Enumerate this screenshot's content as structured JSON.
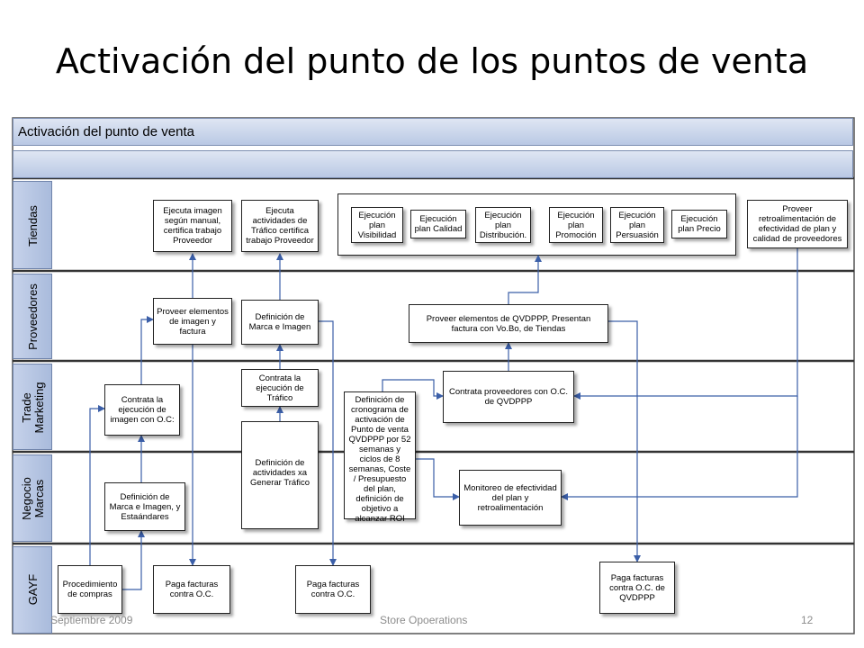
{
  "slide_title": "Activación del punto de los puntos de venta",
  "pool_title": "Activación del punto de venta",
  "lanes": {
    "tiendas": "Tiendas",
    "proveedores": "Proveedores",
    "trade": "Trade\nMarketing",
    "negocio": "Negocio\nMarcas",
    "gayf": "GAYF"
  },
  "boxes": {
    "ejecuta_imagen": "Ejecuta imagen según manual, certifica trabajo Proveedor",
    "ejecuta_trafico": "Ejecuta actividades de Tráfico certifica trabajo Proveedor",
    "ejec_visibilidad": "Ejecución plan Visibilidad",
    "ejec_calidad": "Ejecución plan Calidad",
    "ejec_distribucion": "Ejecución plan Distribución.",
    "ejec_promocion": "Ejecución plan Promoción",
    "ejec_persuasion": "Ejecución plan Persuasión",
    "ejec_precio": "Ejecución plan Precio",
    "proveer_retro": "Proveer retroalimentación de efectividad de plan y calidad de proveedores",
    "proveer_elementos": "Proveer elementos de imagen y factura",
    "definicion_marca_imagen": "Definición de Marca e Imagen",
    "proveer_qvdppp": "Proveer elementos de QVDPPP, Presentan factura con Vo.Bo, de Tiendas",
    "contrata_ejecucion_imagen": "Contrata la ejecución de imagen con O.C:",
    "contrata_trafico": "Contrata la ejecución de Tráfico",
    "cronograma": "Definición de cronograma de activación de Punto de venta QVDPPP por 52 semanas y ciclos de 8 semanas, Coste / Presupuesto del plan, definición de objetivo a alcanzar ROI",
    "contrata_proveedores": "Contrata proveedores con O.C. de QVDPPP",
    "definicion_actividades": "Definición de actividades xa Generar Tráfico",
    "definicion_marca_estandares": "Definición de Marca e Imagen, y Estaándares",
    "monitoreo": "Monitoreo de efectividad del plan y retroalimentación",
    "procedimiento": "Procedimiento de compras",
    "paga_facturas_1": "Paga facturas contra O.C.",
    "paga_facturas_2": "Paga facturas contra O.C.",
    "paga_facturas_3": "Paga facturas contra O.C. de QVDPPP"
  },
  "footer": {
    "date": "Septiembre 2009",
    "center": "Store Opoerations",
    "page": "12"
  }
}
